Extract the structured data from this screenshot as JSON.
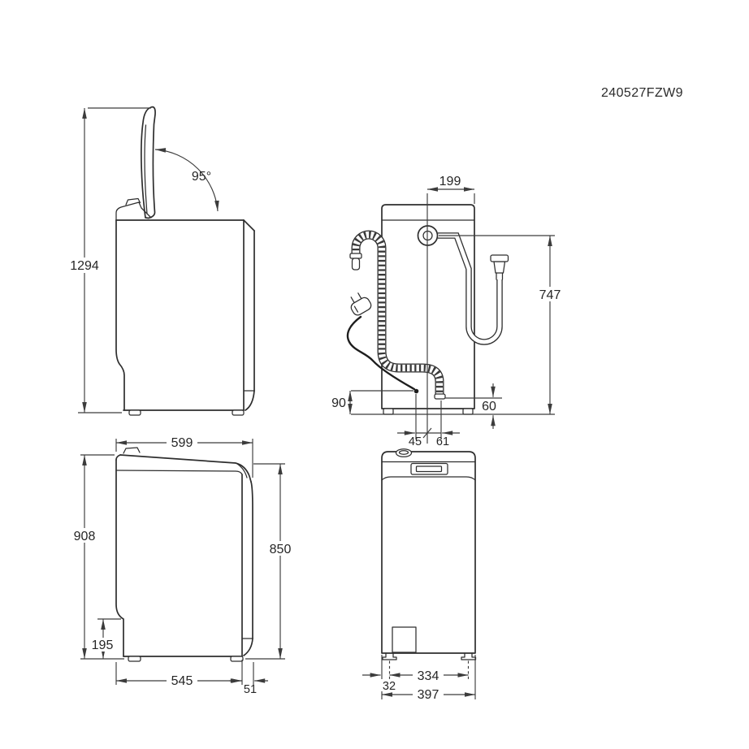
{
  "page": {
    "title": "Washing machine dimension drawing",
    "code": "240527FZW9",
    "colors": {
      "background": "#ffffff",
      "machine_line": "#2e2e2e",
      "dimension_line": "#3c3c3c",
      "text": "#262626"
    }
  },
  "views": {
    "side_open": {
      "label": "Side view with lid open",
      "dims": {
        "total_height_mm": "1294",
        "lid_angle": "95°"
      }
    },
    "rear": {
      "label": "Rear view with hoses",
      "dims": {
        "inlet_offset_mm": "199",
        "hose_height_mm": "747",
        "cord_height_mm": "90",
        "drain_height_mm": "60",
        "cord_offset_mm": "45",
        "drain_offset_mm": "61"
      }
    },
    "side_closed": {
      "label": "Side view closed",
      "dims": {
        "top_depth_mm": "599",
        "total_height_mm": "908",
        "body_height_mm": "850",
        "plinth_height_mm": "195",
        "base_depth_mm": "545",
        "rear_offset_mm": "51"
      }
    },
    "front": {
      "label": "Front view",
      "dims": {
        "feet_spacing_mm": "334",
        "foot_inset_mm": "32",
        "total_width_mm": "397"
      }
    }
  }
}
